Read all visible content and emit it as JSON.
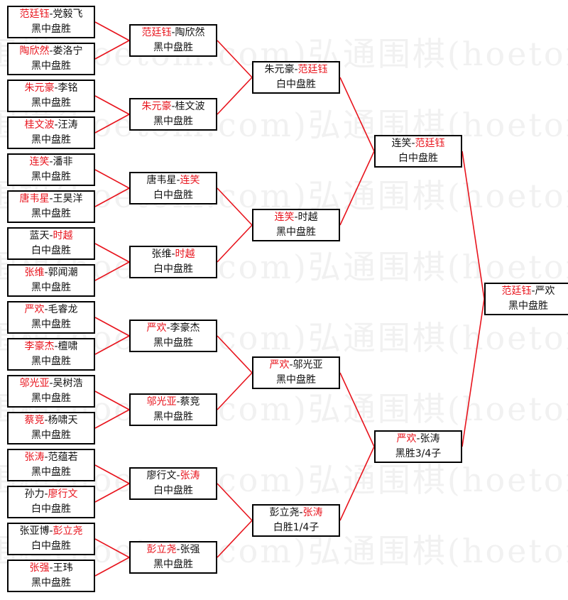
{
  "watermark": "弘通围棋(hoetom.com)弘通围棋(hoetom.com)",
  "colors": {
    "winner": "#e8141d",
    "line": "#e8141d",
    "box_border": "#000000",
    "text": "#111111"
  },
  "rounds": [
    [
      {
        "p1": "范廷钰",
        "p2": "党毅飞",
        "winner": 1,
        "result": "黑中盘胜"
      },
      {
        "p1": "陶欣然",
        "p2": "娄洛宁",
        "winner": 1,
        "result": "黑中盘胜"
      },
      {
        "p1": "朱元豪",
        "p2": "李铭",
        "winner": 1,
        "result": "黑中盘胜"
      },
      {
        "p1": "桂文波",
        "p2": "汪涛",
        "winner": 1,
        "result": "黑中盘胜"
      },
      {
        "p1": "连笑",
        "p2": "潘非",
        "winner": 1,
        "result": "黑中盘胜"
      },
      {
        "p1": "唐韦星",
        "p2": "王昊洋",
        "winner": 1,
        "result": "黑中盘胜"
      },
      {
        "p1": "蓝天",
        "p2": "时越",
        "winner": 2,
        "result": "白中盘胜"
      },
      {
        "p1": "张维",
        "p2": "郭闻潮",
        "winner": 1,
        "result": "黑中盘胜"
      },
      {
        "p1": "严欢",
        "p2": "毛睿龙",
        "winner": 1,
        "result": "黑中盘胜"
      },
      {
        "p1": "李豪杰",
        "p2": "檀啸",
        "winner": 1,
        "result": "黑中盘胜"
      },
      {
        "p1": "邬光亚",
        "p2": "吴树浩",
        "winner": 1,
        "result": "黑中盘胜"
      },
      {
        "p1": "蔡竞",
        "p2": "杨啸天",
        "winner": 1,
        "result": "黑中盘胜"
      },
      {
        "p1": "张涛",
        "p2": "范蕴若",
        "winner": 1,
        "result": "黑中盘胜"
      },
      {
        "p1": "孙力",
        "p2": "廖行文",
        "winner": 2,
        "result": "白中盘胜"
      },
      {
        "p1": "张亚博",
        "p2": "彭立尧",
        "winner": 2,
        "result": "白中盘胜"
      },
      {
        "p1": "张强",
        "p2": "王玮",
        "winner": 1,
        "result": "黑中盘胜"
      }
    ],
    [
      {
        "p1": "范廷钰",
        "p2": "陶欣然",
        "winner": 1,
        "result": "黑中盘胜"
      },
      {
        "p1": "朱元豪",
        "p2": "桂文波",
        "winner": 1,
        "result": "黑中盘胜"
      },
      {
        "p1": "唐韦星",
        "p2": "连笑",
        "winner": 2,
        "result": "白中盘胜"
      },
      {
        "p1": "张维",
        "p2": "时越",
        "winner": 2,
        "result": "白中盘胜"
      },
      {
        "p1": "严欢",
        "p2": "李豪杰",
        "winner": 1,
        "result": "黑中盘胜"
      },
      {
        "p1": "邬光亚",
        "p2": "蔡竞",
        "winner": 1,
        "result": "黑中盘胜"
      },
      {
        "p1": "廖行文",
        "p2": "张涛",
        "winner": 2,
        "result": "白中盘胜"
      },
      {
        "p1": "彭立尧",
        "p2": "张强",
        "winner": 1,
        "result": "黑中盘胜"
      }
    ],
    [
      {
        "p1": "朱元豪",
        "p2": "范廷钰",
        "winner": 2,
        "result": "白中盘胜"
      },
      {
        "p1": "连笑",
        "p2": "时越",
        "winner": 1,
        "result": "黑中盘胜"
      },
      {
        "p1": "严欢",
        "p2": "邬光亚",
        "winner": 1,
        "result": "黑中盘胜"
      },
      {
        "p1": "彭立尧",
        "p2": "张涛",
        "winner": 2,
        "result": "白胜1/4子"
      }
    ],
    [
      {
        "p1": "连笑",
        "p2": "范廷钰",
        "winner": 2,
        "result": "白中盘胜"
      },
      {
        "p1": "严欢",
        "p2": "张涛",
        "winner": 1,
        "result": "黑胜3/4子"
      }
    ],
    [
      {
        "p1": "范廷钰",
        "p2": "严欢",
        "winner": 1,
        "result": "黑中盘胜"
      }
    ]
  ]
}
